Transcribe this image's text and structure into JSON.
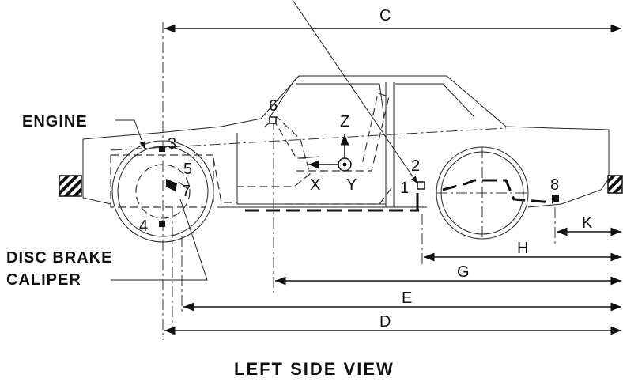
{
  "diagram": {
    "title": "LEFT SIDE VIEW",
    "component_labels": {
      "engine": "ENGINE",
      "disc_brake_line1": "DISC BRAKE",
      "disc_brake_line2": "CALIPER"
    },
    "axis_labels": {
      "x": "X",
      "y": "Y",
      "z": "Z"
    },
    "sensor_points": [
      "1",
      "2",
      "3",
      "4",
      "5",
      "6",
      "7",
      "8"
    ],
    "dimensions": [
      "C",
      "D",
      "E",
      "G",
      "H",
      "K"
    ]
  }
}
